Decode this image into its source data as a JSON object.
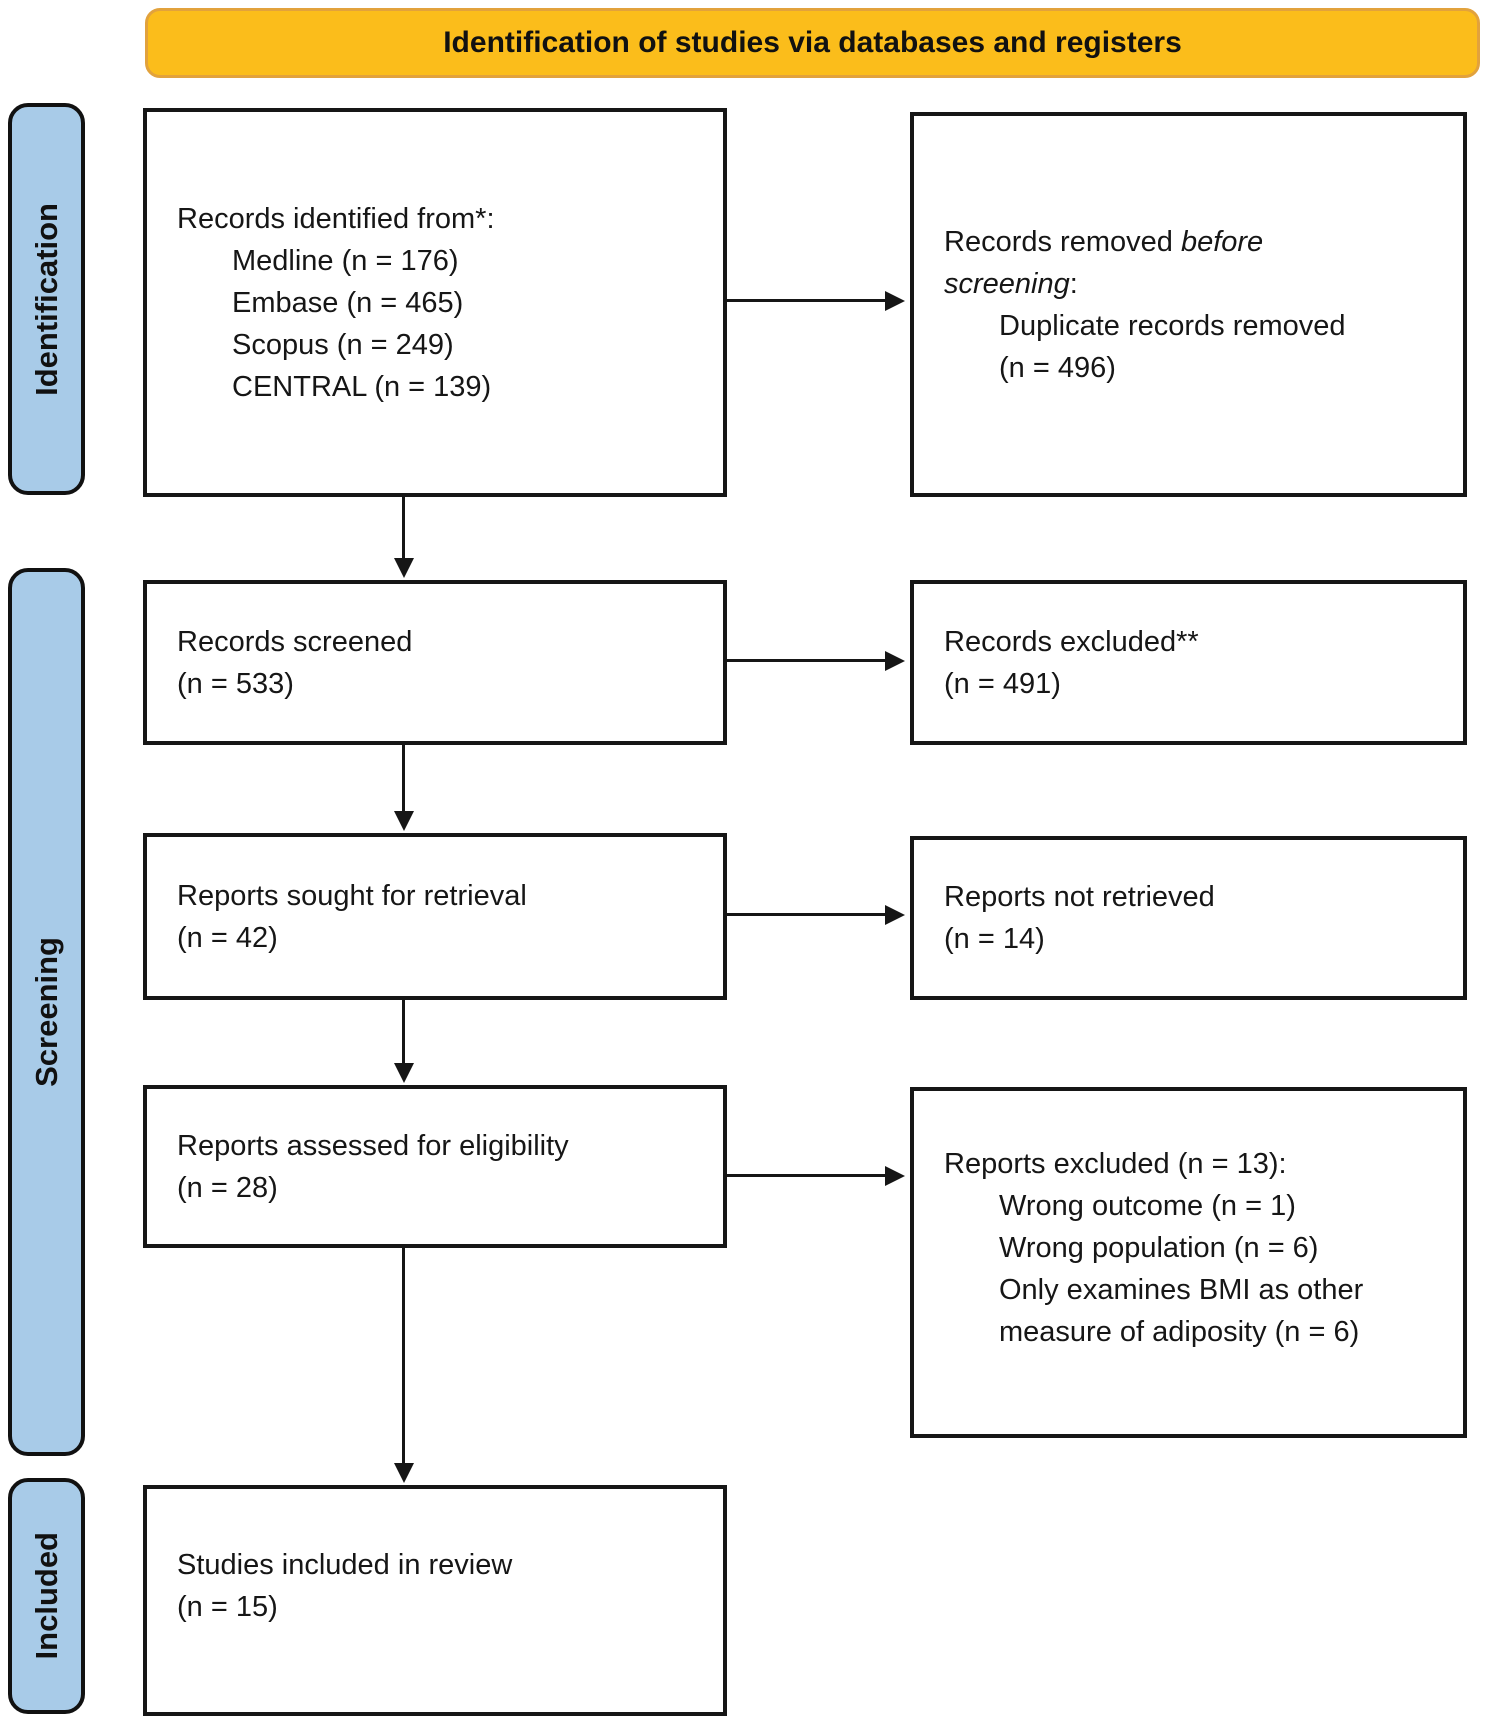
{
  "colors": {
    "header_bg": "#FBBD1B",
    "header_border": "#E2A23C",
    "label_bg": "#A8CBE8",
    "ink": "#161616"
  },
  "header": {
    "title": "Identification of studies via databases and registers"
  },
  "sidebar": {
    "labels": [
      {
        "text": "Identification"
      },
      {
        "text": "Screening"
      },
      {
        "text": "Included"
      }
    ]
  },
  "boxes": {
    "records_identified": {
      "title": "Records identified from*:",
      "sources": [
        "Medline (n = 176)",
        "Embase (n = 465)",
        "Scopus (n = 249)",
        "CENTRAL (n = 139)"
      ]
    },
    "records_removed": {
      "intro_normal": "Records removed ",
      "intro_italic_1": "before",
      "intro_italic_2": "screening",
      "intro_colon": ":",
      "reason": "Duplicate records removed",
      "count": "(n = 496)"
    },
    "records_screened": {
      "line1": "Records screened",
      "line2": "(n = 533)"
    },
    "records_excluded": {
      "line1": "Records excluded**",
      "line2": "(n = 491)"
    },
    "reports_sought": {
      "line1": "Reports sought for retrieval",
      "line2": "(n = 42)"
    },
    "reports_not_retrieved": {
      "line1": "Reports not retrieved",
      "line2": "(n = 14)"
    },
    "reports_assessed": {
      "line1": "Reports assessed for eligibility",
      "line2": "(n = 28)"
    },
    "reports_excluded": {
      "title": "Reports excluded (n = 13):",
      "reasons": [
        "Wrong outcome (n = 1)",
        "Wrong population (n = 6)",
        "Only examines BMI as other measure of adiposity (n = 6)"
      ]
    },
    "studies_included": {
      "line1": "Studies included in review",
      "line2": "(n = 15)"
    }
  }
}
